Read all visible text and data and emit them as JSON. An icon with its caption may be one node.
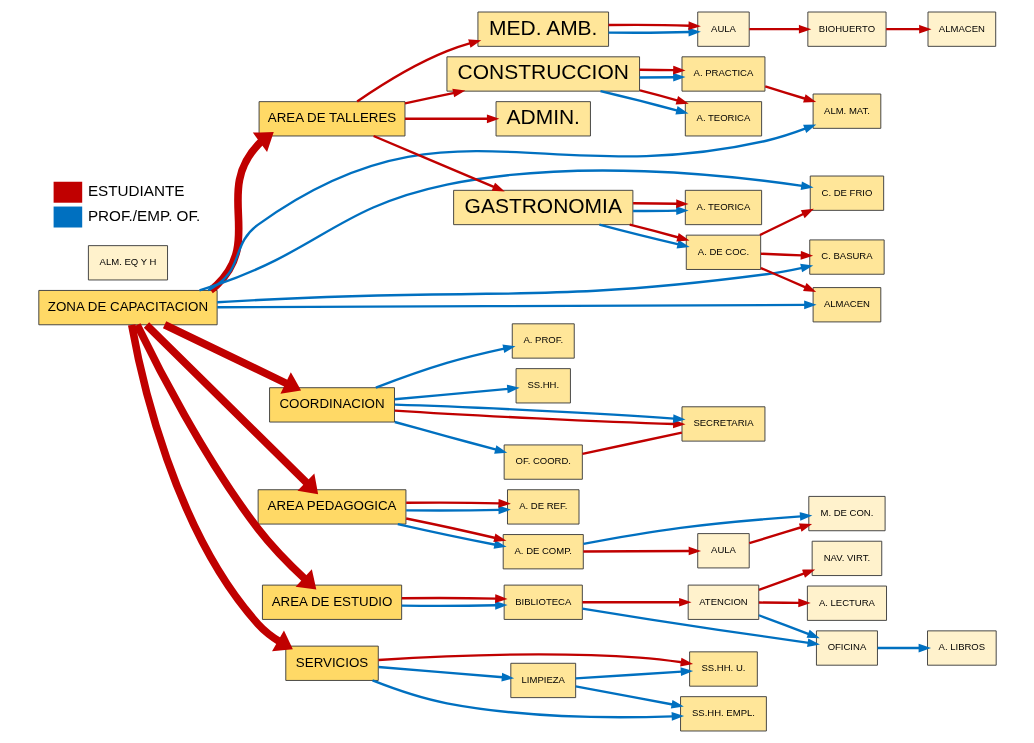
{
  "diagram": {
    "nodes": [
      {
        "text": [
          "ZONA DE CAPACITACION"
        ]
      },
      {
        "text": [
          "AREA DE TALLERES"
        ]
      },
      {
        "text": [
          "CONSTRUCCION"
        ]
      },
      {
        "text": [
          "A. TEORICA"
        ]
      },
      {
        "text": [
          "A. PRACTICA"
        ]
      },
      {
        "text": [
          "ALM. EQ Y H"
        ]
      },
      {
        "text": [
          "ALM. MAT."
        ]
      },
      {
        "text": [
          "GASTRONOMIA"
        ]
      },
      {
        "text": [
          "A. TEORICA"
        ]
      },
      {
        "text": [
          "A. DE COC."
        ]
      },
      {
        "text": [
          "C. DE FRIO"
        ]
      },
      {
        "text": [
          "C. BASURA"
        ]
      },
      {
        "text": [
          "ALMACEN"
        ]
      },
      {
        "text": [
          "MED. AMB."
        ]
      },
      {
        "text": [
          "AULA"
        ]
      },
      {
        "text": [
          "BIOHUERTO"
        ]
      },
      {
        "text": [
          "ALMACEN"
        ]
      },
      {
        "text": [
          "ADMIN."
        ]
      },
      {
        "text": [
          "COORDINACION"
        ]
      },
      {
        "text": [
          "OF. COORD."
        ]
      },
      {
        "text": [
          "SECRETARIA"
        ]
      },
      {
        "text": [
          "A. PROF."
        ]
      },
      {
        "text": [
          "SS.HH."
        ]
      },
      {
        "text": [
          "AREA PEDAGOGICA"
        ]
      },
      {
        "text": [
          "A. DE REF."
        ]
      },
      {
        "text": [
          "A. DE COMP."
        ]
      },
      {
        "text": [
          "AULA"
        ]
      },
      {
        "text": [
          "M. DE CON."
        ]
      },
      {
        "text": [
          "AREA DE ESTUDIO"
        ]
      },
      {
        "text": [
          "BIBLIOTECA"
        ]
      },
      {
        "text": [
          "ATENCION"
        ]
      },
      {
        "text": [
          "A. LECTURA"
        ]
      },
      {
        "text": [
          "NAV. VIRT."
        ]
      },
      {
        "text": [
          "OFICINA"
        ]
      },
      {
        "text": [
          "A. LIBROS"
        ]
      },
      {
        "text": [
          "SERVICIOS"
        ]
      },
      {
        "text": [
          "SS.HH. U."
        ]
      },
      {
        "text": [
          "SS.HH. EMPL."
        ]
      },
      {
        "text": [
          "LIMPIEZA"
        ]
      }
    ],
    "edges": [
      {
        "from": 0,
        "to": 1,
        "arrow": "to",
        "style": "thick"
      },
      {
        "from": 0,
        "to": 18,
        "arrow": "to",
        "style": "thick"
      },
      {
        "from": 0,
        "to": 23,
        "arrow": "to",
        "style": "thick"
      },
      {
        "from": 0,
        "to": 28,
        "arrow": "to",
        "style": "thick"
      },
      {
        "from": 0,
        "to": 35,
        "arrow": "to",
        "style": "thick"
      },
      {
        "from": 1,
        "to": 2,
        "arrow": "to"
      },
      {
        "from": 1,
        "to": 7,
        "arrow": "to"
      },
      {
        "from": 1,
        "to": 13,
        "arrow": "to"
      },
      {
        "from": 1,
        "to": 17,
        "arrow": "to"
      },
      {
        "from": 2,
        "to": 3,
        "arrow": "to",
        "color": "#0070c0"
      },
      {
        "from": 2,
        "to": 3,
        "arrow": "to"
      },
      {
        "from": 2,
        "to": 4,
        "arrow": "to",
        "color": "#0070c0"
      },
      {
        "from": 2,
        "to": 4,
        "arrow": "to"
      },
      {
        "from": 4,
        "to": 6,
        "arrow": "to"
      },
      {
        "from": 0,
        "to": 6,
        "arrow": "to",
        "color": "#0070c0"
      },
      {
        "from": 7,
        "to": 8,
        "arrow": "to",
        "color": "#0070c0"
      },
      {
        "from": 7,
        "to": 8,
        "arrow": "to"
      },
      {
        "from": 7,
        "to": 9,
        "arrow": "to",
        "color": "#0070c0"
      },
      {
        "from": 7,
        "to": 9,
        "arrow": "to"
      },
      {
        "from": 9,
        "to": 10,
        "arrow": "to"
      },
      {
        "from": 9,
        "to": 11,
        "arrow": "to"
      },
      {
        "from": 9,
        "to": 12,
        "arrow": "to"
      },
      {
        "from": 0,
        "to": 10,
        "arrow": "to",
        "color": "#0070c0"
      },
      {
        "from": 0,
        "to": 11,
        "arrow": "to",
        "color": "#0070c0"
      },
      {
        "from": 0,
        "to": 12,
        "arrow": "to",
        "color": "#0070c0"
      },
      {
        "from": 13,
        "to": 14,
        "arrow": "to",
        "color": "#0070c0"
      },
      {
        "from": 13,
        "to": 14,
        "arrow": "to"
      },
      {
        "from": 14,
        "to": 15,
        "arrow": "to"
      },
      {
        "from": 15,
        "to": 16,
        "arrow": "to"
      },
      {
        "from": 18,
        "to": 19,
        "arrow": "to",
        "color": "#0070c0"
      },
      {
        "from": 18,
        "to": 20,
        "arrow": "to"
      },
      {
        "from": 18,
        "to": 20,
        "arrow": "to",
        "color": "#0070c0"
      },
      {
        "from": 18,
        "to": 21,
        "arrow": "to",
        "color": "#0070c0"
      },
      {
        "from": 18,
        "to": 22,
        "arrow": "to",
        "color": "#0070c0"
      },
      {
        "from": 19,
        "to": 20,
        "arrow": "none"
      },
      {
        "from": 23,
        "to": 24,
        "arrow": "to",
        "color": "#0070c0"
      },
      {
        "from": 23,
        "to": 24,
        "arrow": "to"
      },
      {
        "from": 23,
        "to": 25,
        "arrow": "to",
        "color": "#0070c0"
      },
      {
        "from": 23,
        "to": 25,
        "arrow": "to"
      },
      {
        "from": 25,
        "to": 26,
        "arrow": "to"
      },
      {
        "from": 25,
        "to": 27,
        "arrow": "to",
        "color": "#0070c0"
      },
      {
        "from": 26,
        "to": 27,
        "arrow": "to"
      },
      {
        "from": 28,
        "to": 29,
        "arrow": "to",
        "color": "#0070c0"
      },
      {
        "from": 28,
        "to": 29,
        "arrow": "to"
      },
      {
        "from": 29,
        "to": 30,
        "arrow": "to"
      },
      {
        "from": 29,
        "to": 33,
        "arrow": "to",
        "color": "#0070c0"
      },
      {
        "from": 30,
        "to": 31,
        "arrow": "to"
      },
      {
        "from": 30,
        "to": 32,
        "arrow": "to"
      },
      {
        "from": 30,
        "to": 33,
        "arrow": "to",
        "color": "#0070c0"
      },
      {
        "from": 33,
        "to": 34,
        "arrow": "to",
        "color": "#0070c0"
      },
      {
        "from": 35,
        "to": 36,
        "arrow": "to"
      },
      {
        "from": 35,
        "to": 37,
        "arrow": "to",
        "color": "#0070c0"
      },
      {
        "from": 35,
        "to": 38,
        "arrow": "to",
        "color": "#0070c0"
      },
      {
        "from": 38,
        "to": 37,
        "arrow": "to",
        "color": "#0070c0"
      },
      {
        "from": 38,
        "to": 36,
        "arrow": "to",
        "color": "#0070c0"
      }
    ],
    "legend": [
      {
        "text": "ESTUDIANTE",
        "color": "#c00000"
      },
      {
        "text": "PROF./EMP. OF.",
        "color": "#0070c0"
      }
    ]
  }
}
